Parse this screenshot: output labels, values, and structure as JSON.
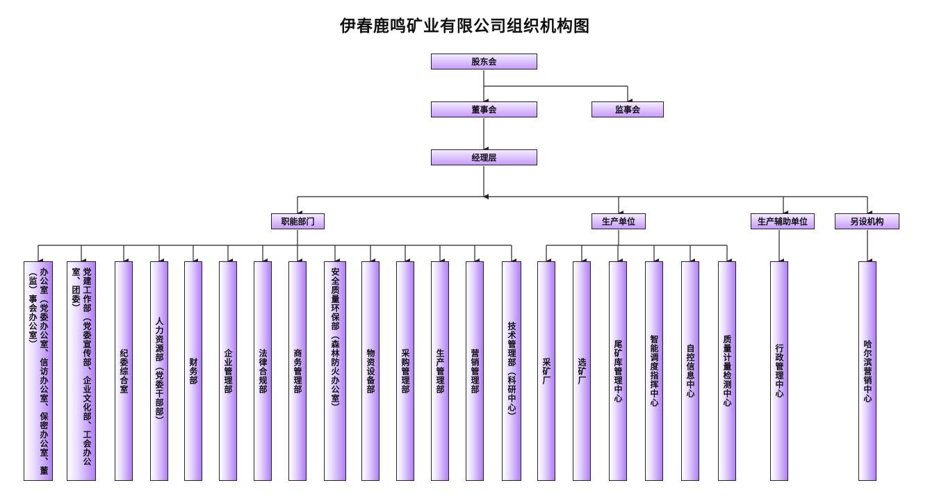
{
  "title": "伊春鹿鸣矿业有限公司组织机构图",
  "top": {
    "shareholders": "股东会",
    "board": "董事会",
    "supervisors": "监事会",
    "management": "经理层"
  },
  "groups": {
    "functional": "职能部门",
    "production": "生产单位",
    "aux": "生产辅助单位",
    "other": "另设机构"
  },
  "functional_depts": [
    "办公室（党委办公室、信访办公室、保密办公室、董（监）事会办公室）",
    "党建工作部（党委宣传部、企业文化部、工会办公室、团委）",
    "纪委综合室",
    "人力资源部（党委干部部）",
    "财务部",
    "企业管理部",
    "法律合规部",
    "商务管理部",
    "安全质量环保部（森林防火办公室）",
    "物资设备部",
    "采购管理部",
    "生产管理部",
    "营销管理部",
    "技术管理部（科研中心）"
  ],
  "production_units": [
    "采矿厂",
    "选矿厂",
    "尾矿库管理中心",
    "智能调度指挥中心",
    "自控信息中心",
    "质量计量检测中心"
  ],
  "aux_units": [
    "行政管理中心"
  ],
  "other_units": [
    "哈尔滨营销中心"
  ],
  "colors": {
    "box_top": "#f4ecff",
    "box_bottom": "#c89bff",
    "line": "#222222"
  }
}
